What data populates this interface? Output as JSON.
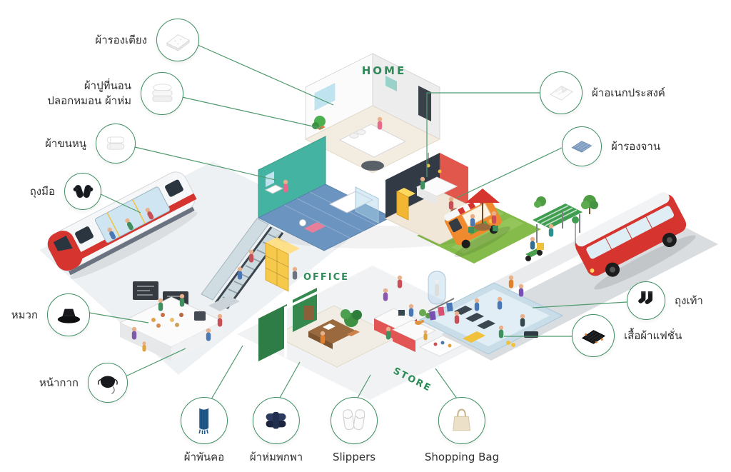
{
  "colors": {
    "accent_green": "#2e8b57",
    "connector_green": "#4f9a6e",
    "bubble_border": "#3f8f63"
  },
  "scene": {
    "home_label": "HOME",
    "office_label": "OFFICE",
    "store_label": "STORE"
  },
  "callouts": [
    {
      "id": "mattress-protector",
      "label": "ผ้ารองเตียง",
      "icon": "mattress-pad-icon"
    },
    {
      "id": "bedding-set",
      "label_line1": "ผ้าปูที่นอน",
      "label_line2": "ปลอกหมอน ผ้าห่ม",
      "icon": "bedding-icon"
    },
    {
      "id": "towel",
      "label": "ผ้าขนหนู",
      "icon": "towel-icon"
    },
    {
      "id": "gloves",
      "label": "ถุงมือ",
      "icon": "gloves-icon"
    },
    {
      "id": "hat",
      "label": "หมวก",
      "icon": "bucket-hat-icon"
    },
    {
      "id": "face-mask",
      "label": "หน้ากาก",
      "icon": "face-mask-icon"
    },
    {
      "id": "scarf",
      "label": "ผ้าพันคอ",
      "icon": "scarf-icon"
    },
    {
      "id": "portable-blanket",
      "label": "ผ้าห่มพกพา",
      "icon": "blanket-icon"
    },
    {
      "id": "slippers",
      "label": "Slippers",
      "icon": "slippers-icon"
    },
    {
      "id": "shopping-bag",
      "label": "Shopping Bag",
      "icon": "tote-bag-icon"
    },
    {
      "id": "multipurpose-cloth",
      "label": "ผ้าอเนกประสงค์",
      "icon": "cloth-icon"
    },
    {
      "id": "placemat",
      "label": "ผ้ารองจาน",
      "icon": "placemat-icon"
    },
    {
      "id": "socks",
      "label": "ถุงเท้า",
      "icon": "socks-icon"
    },
    {
      "id": "fashion-apparel",
      "label": "เสื้อผ้าแฟชั่น",
      "icon": "fashion-fabric-icon"
    }
  ]
}
